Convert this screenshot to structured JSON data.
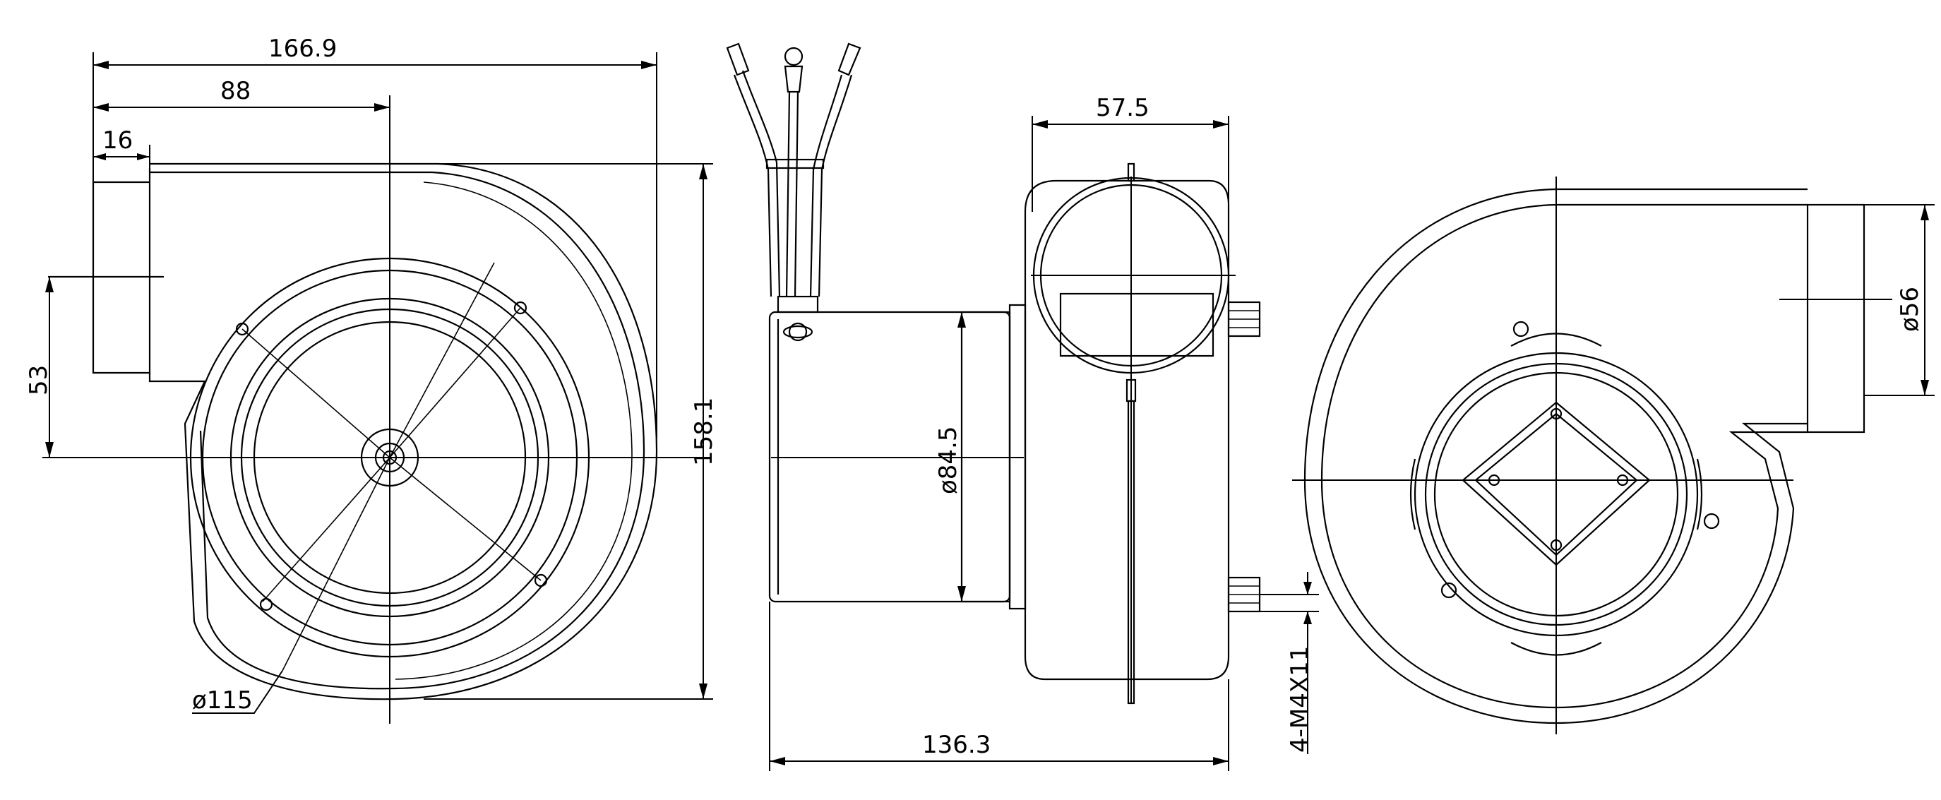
{
  "dimensions": {
    "overall_width": "166.9",
    "center_offset": "88",
    "outlet_depth": "16",
    "outlet_height": "53",
    "overall_height": "158.1",
    "inlet_diameter": "ø115",
    "motor_diameter": "ø84.5",
    "housing_width": "57.5",
    "overall_length": "136.3",
    "outlet_diameter": "ø56",
    "mounting_screws": "4-M4X11"
  }
}
